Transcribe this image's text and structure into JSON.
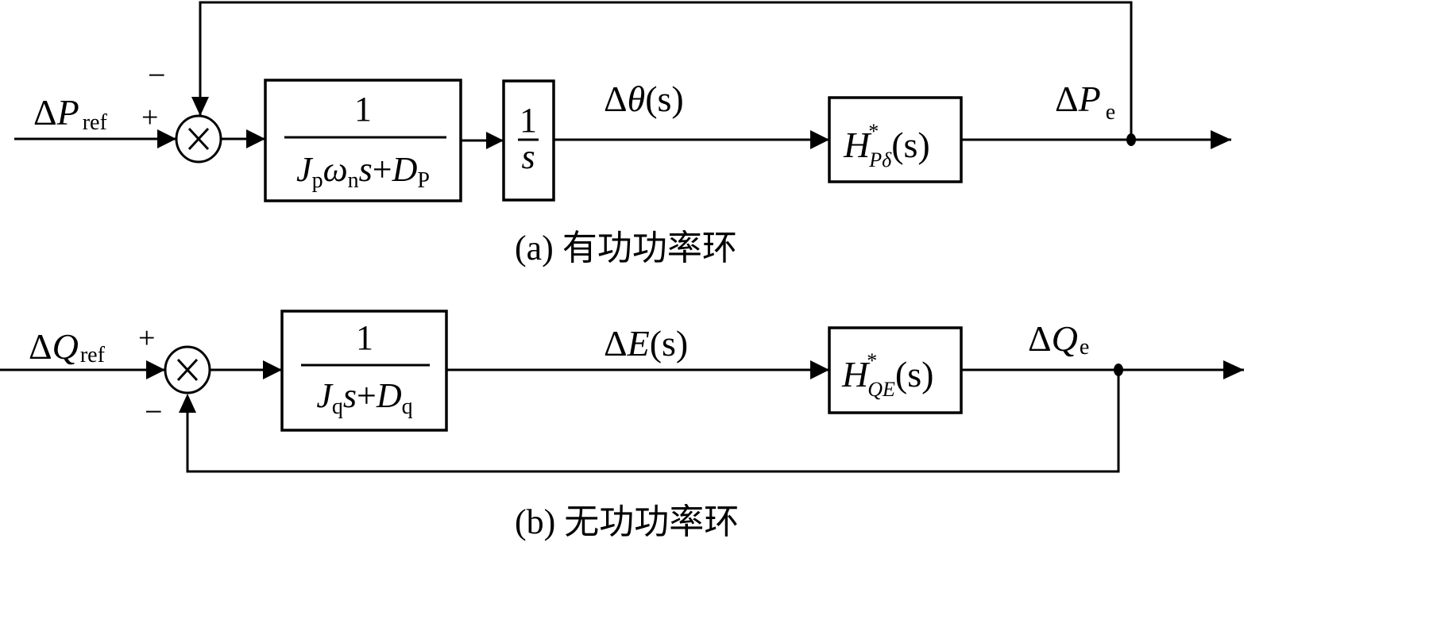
{
  "diagram": {
    "type": "control-block-diagram",
    "colors": {
      "stroke": "#000000",
      "background": "#ffffff"
    },
    "active_loop": {
      "caption": "(a) 有功功率环",
      "input_label": {
        "delta": "Δ",
        "var": "P",
        "sub": "ref"
      },
      "junction_signs": {
        "top": "−",
        "left": "+"
      },
      "block1": {
        "numerator": "1",
        "den_J": "J",
        "den_J_sub": "p",
        "den_w": "ω",
        "den_w_sub": "n",
        "den_s": "s",
        "den_plus": "+",
        "den_D": "D",
        "den_D_sub": "P"
      },
      "block2": {
        "numerator": "1",
        "denominator": "s"
      },
      "mid_signal": {
        "delta": "Δ",
        "var": "θ",
        "arg": "(s)"
      },
      "block3": {
        "H": "H",
        "sup": "*",
        "sub": "Pδ",
        "arg": "(s)"
      },
      "output_label": {
        "delta": "Δ",
        "var": "P",
        "sub": "e"
      }
    },
    "reactive_loop": {
      "caption": "(b) 无功功率环",
      "input_label": {
        "delta": "Δ",
        "var": "Q",
        "sub": "ref"
      },
      "junction_signs": {
        "top": "+",
        "bottom": "−"
      },
      "block1": {
        "numerator": "1",
        "den_J": "J",
        "den_J_sub": "q",
        "den_s": "s",
        "den_plus": "+",
        "den_D": "D",
        "den_D_sub": "q"
      },
      "mid_signal": {
        "delta": "Δ",
        "var": "E",
        "arg": "(s)"
      },
      "block2": {
        "H": "H",
        "sup": "*",
        "sub": "QE",
        "arg": "(s)"
      },
      "output_label": {
        "delta": "Δ",
        "var": "Q",
        "sub": "e"
      }
    }
  }
}
